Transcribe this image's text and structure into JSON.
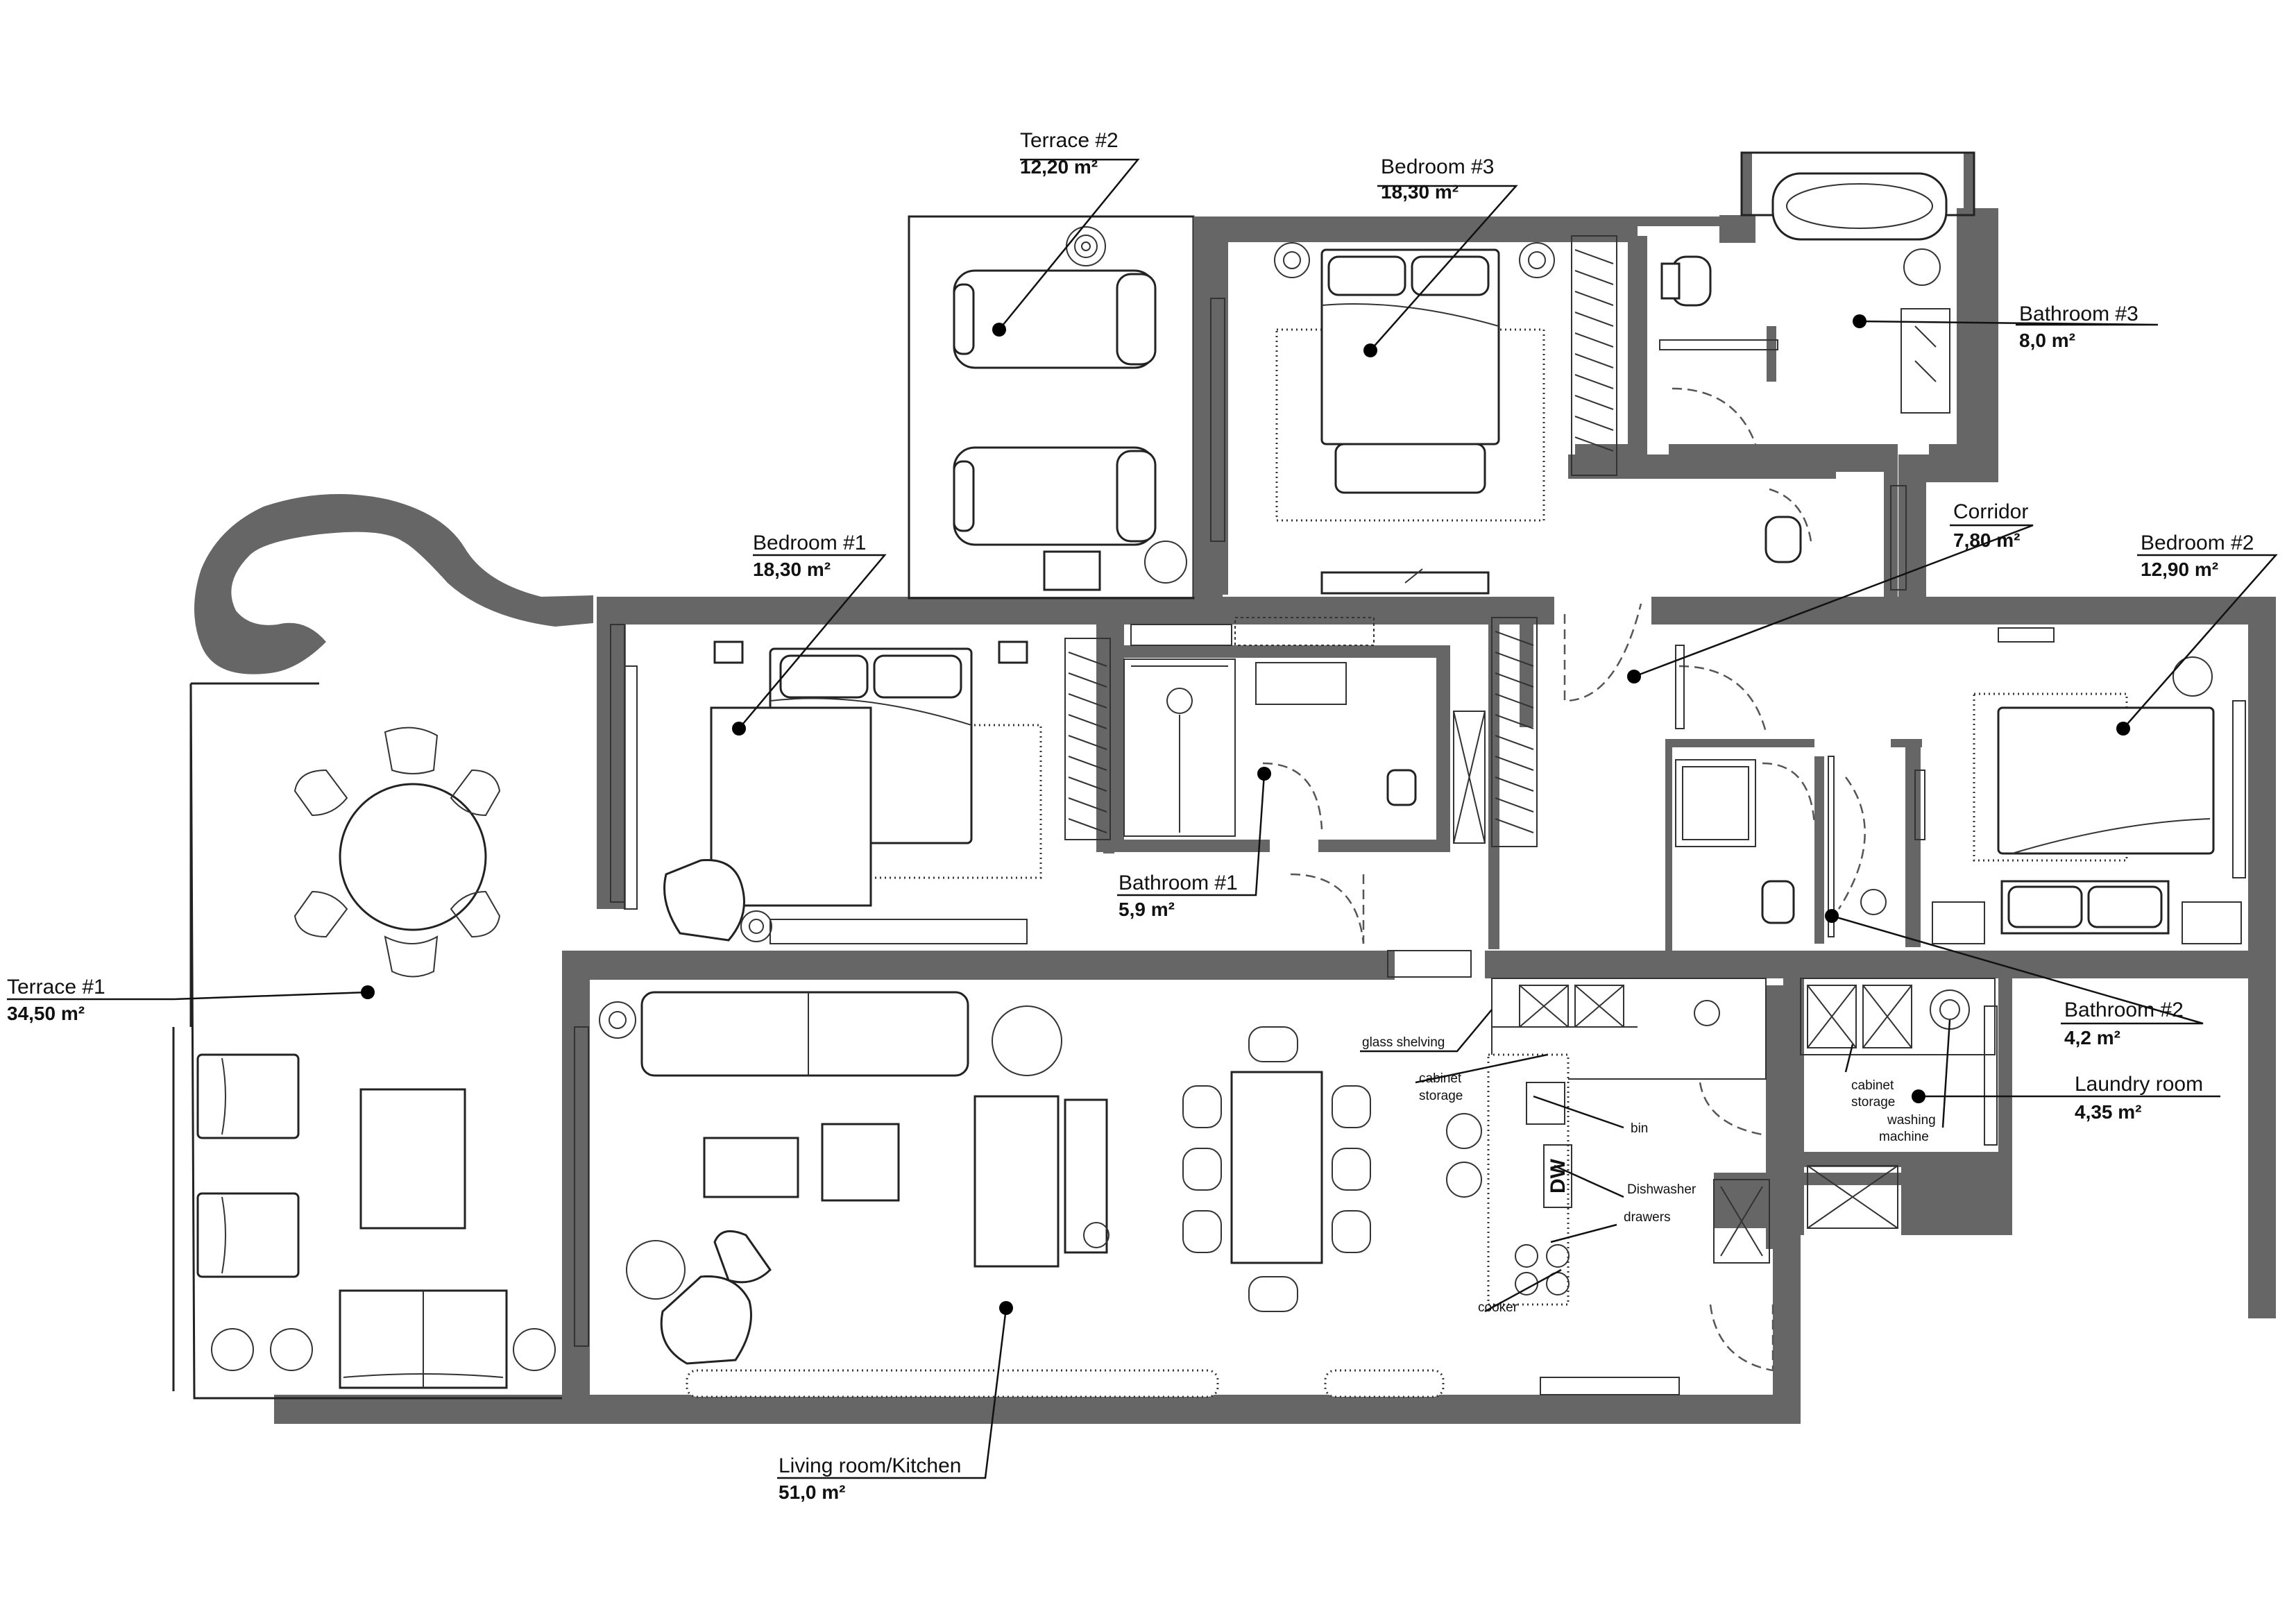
{
  "rooms": {
    "terrace2": {
      "name": "Terrace #2",
      "area": "12,20 m²"
    },
    "bedroom3": {
      "name": "Bedroom #3",
      "area": "18,30 m²"
    },
    "bathroom3": {
      "name": "Bathroom #3",
      "area": "8,0 m²"
    },
    "corridor": {
      "name": "Corridor",
      "area": "7,80 m²"
    },
    "bedroom1": {
      "name": "Bedroom #1",
      "area": "18,30 m²"
    },
    "bedroom2": {
      "name": "Bedroom #2",
      "area": "12,90 m²"
    },
    "bathroom1": {
      "name": "Bathroom #1",
      "area": "5,9 m²"
    },
    "terrace1": {
      "name": "Terrace #1",
      "area": "34,50 m²"
    },
    "bathroom2": {
      "name": "Bathroom #2",
      "area": "4,2 m²"
    },
    "laundry": {
      "name": "Laundry room",
      "area": "4,35 m²"
    },
    "living": {
      "name": "Living room/Kitchen",
      "area": "51,0 m²"
    }
  },
  "notes": {
    "glass_shelving": "glass shelving",
    "cabinet_storage_1": "cabinet",
    "cabinet_storage_2": "storage",
    "bin": "bin",
    "dishwasher": "Dishwasher",
    "drawers": "drawers",
    "cooker": "cooker",
    "dw": "DW",
    "laundry_cabinet_1": "cabinet",
    "laundry_cabinet_2": "storage",
    "washing_1": "washing",
    "washing_2": "machine"
  },
  "colors": {
    "wall": "#666666",
    "line": "#222222",
    "background": "#ffffff"
  }
}
